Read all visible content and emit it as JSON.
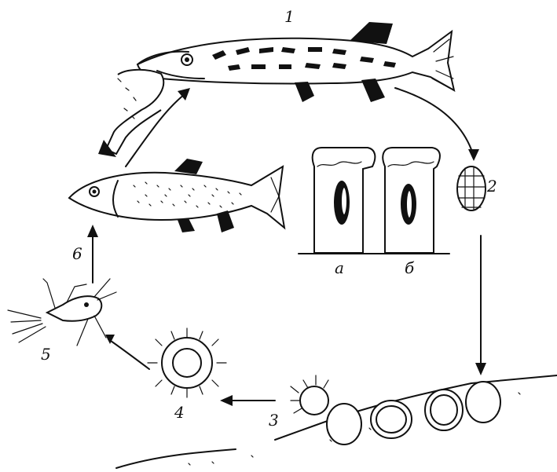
{
  "labels": {
    "stage_1": "1",
    "stage_2": "2",
    "stage_3": "3",
    "stage_4": "4",
    "stage_5": "5",
    "stage_6": "6",
    "inset_a": "а",
    "inset_b": "б"
  },
  "icons": {
    "pike": "pike-fish-icon",
    "trout": "trout-fish-icon",
    "egg": "segmented-egg-icon",
    "cyst": "cyst-icon",
    "coracidium": "ciliated-larva-icon",
    "copepod": "copepod-icon"
  },
  "colors": {
    "ink": "#111111",
    "paper": "#ffffff"
  }
}
